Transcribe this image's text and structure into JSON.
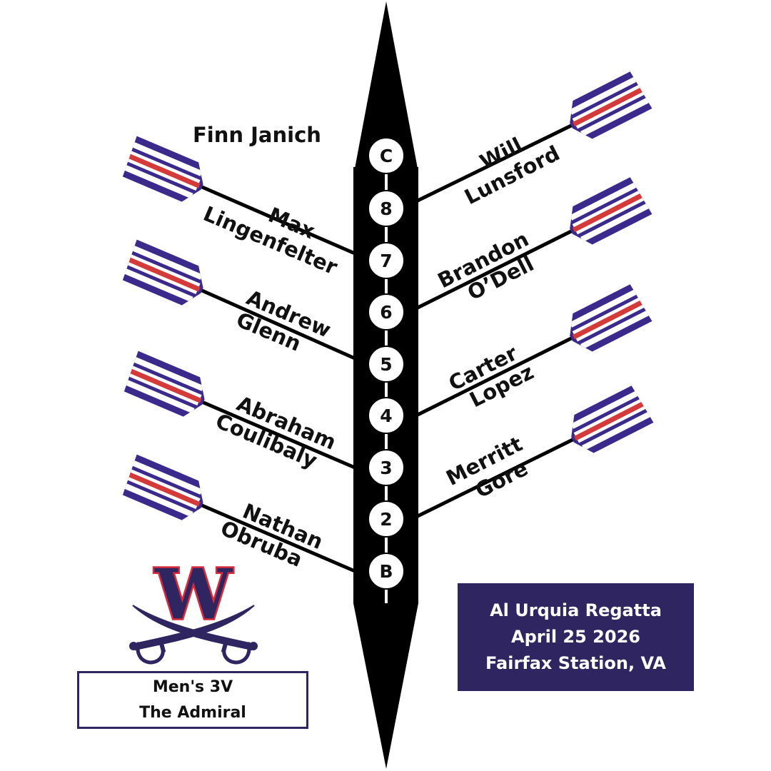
{
  "coxswain": "Finn Janich",
  "seats": [
    "C",
    "8",
    "7",
    "6",
    "5",
    "4",
    "3",
    "2",
    "B"
  ],
  "rowers": {
    "seat8": [
      "Will",
      "Lunsford"
    ],
    "seat7": [
      "Max",
      "Lingenfelter"
    ],
    "seat6": [
      "Brandon",
      "O’Dell"
    ],
    "seat5": [
      "Andrew",
      "Glenn"
    ],
    "seat4": [
      "Carter",
      "Lopez"
    ],
    "seat3": [
      "Abraham",
      "Coulibaly"
    ],
    "seat2": [
      "Merritt",
      "Gore"
    ],
    "bow": [
      "Nathan",
      "Obruba"
    ]
  },
  "event": {
    "line1": "Al Urquia Regatta",
    "line2": "April 25 2026",
    "line3": "Fairfax Station, VA"
  },
  "boat": {
    "line1": "Men's 3V",
    "line2": "The Admiral"
  },
  "logo": {
    "letter": "W"
  },
  "colors": {
    "navy": "#2f2560",
    "oar_purple": "#3b2a8c",
    "oar_red": "#d43a3a",
    "logo_red": "#d92b3a",
    "hull": "#000000"
  }
}
